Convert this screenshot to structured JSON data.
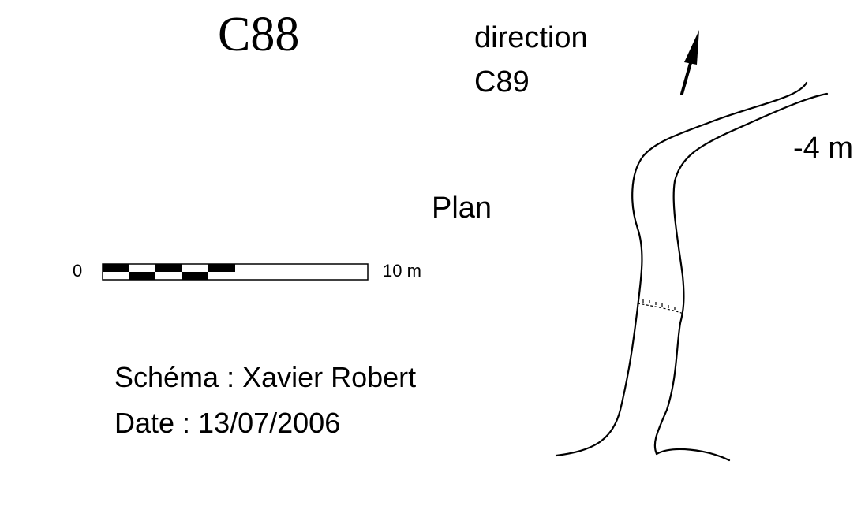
{
  "title": "C88",
  "direction": {
    "line1": "direction",
    "line2": "C89"
  },
  "depth_label": "-4 m",
  "view_label": "Plan",
  "scale_bar": {
    "start_label": "0",
    "end_label": "10 m"
  },
  "credits": {
    "author": "Schéma : Xavier Robert",
    "date": "Date : 13/07/2006"
  },
  "colors": {
    "ink": "#000000",
    "paper": "#ffffff"
  },
  "icons": {
    "north_arrow": "arrow-up-icon"
  }
}
